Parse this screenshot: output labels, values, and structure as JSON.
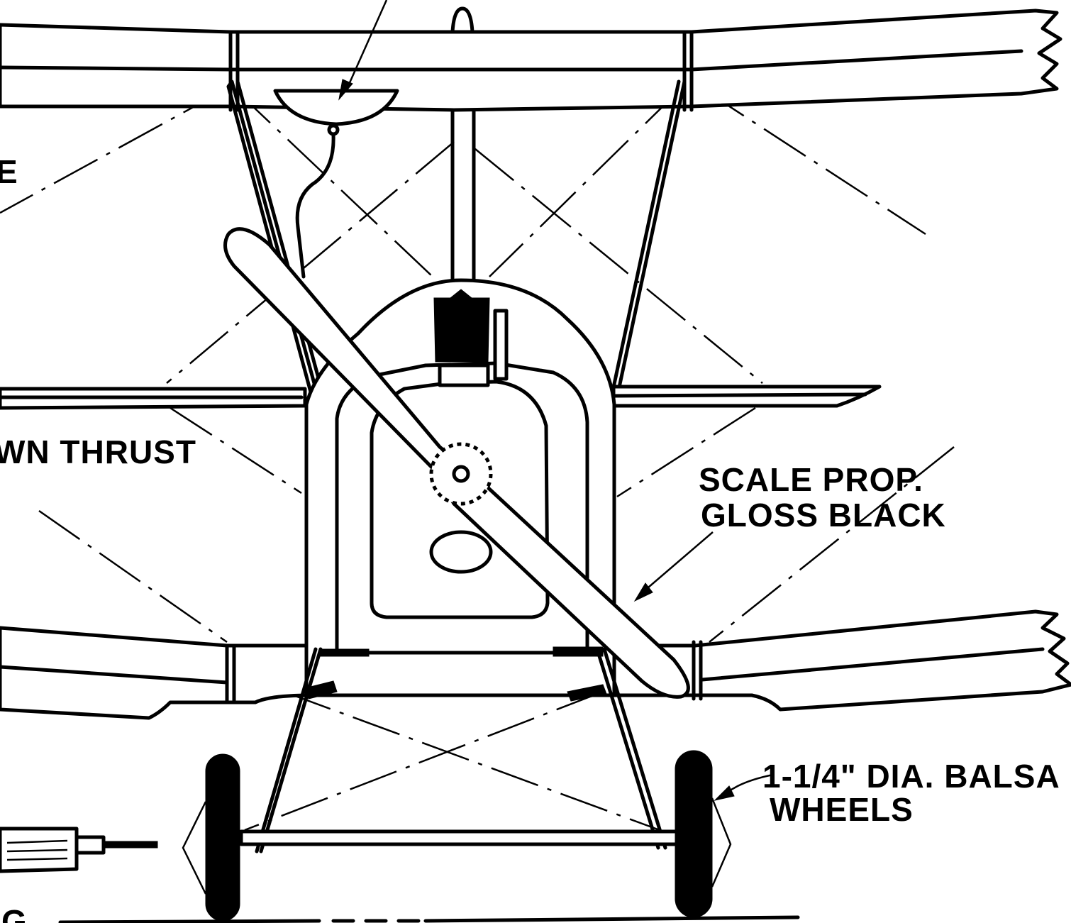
{
  "labels": {
    "top_left_fragment": "E",
    "down_thrust": "WN THRUST",
    "prop_line1": "SCALE PROP.",
    "prop_line2": "GLOSS BLACK",
    "wheels_line1": "1-1/4\" DIA. BALSA",
    "wheels_line2": "WHEELS",
    "bottom_left_fragment": "G"
  },
  "colors": {
    "ink": "#000000",
    "paper": "#ffffff"
  }
}
